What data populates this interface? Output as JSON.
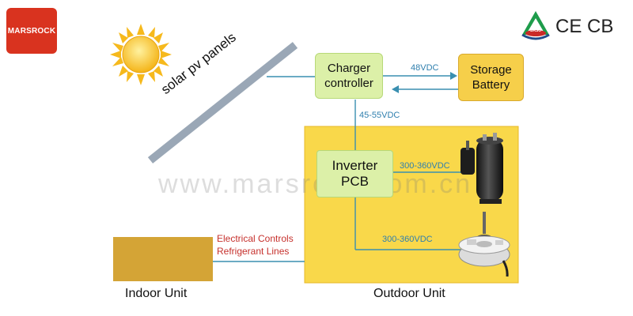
{
  "brand": {
    "logo_text": "MARSROCK"
  },
  "certifications": {
    "mark": "CE CB",
    "logo_text": "SASO"
  },
  "watermark": "www.marsrock.com.cn",
  "nodes": {
    "solar_panels": "solar pv panels",
    "charger_controller": [
      "Charger",
      "controller"
    ],
    "storage_battery": [
      "Storage",
      "Battery"
    ],
    "inverter_pcb": [
      "Inverter",
      "PCB"
    ],
    "indoor_unit": "Indoor Unit",
    "outdoor_unit": "Outdoor Unit"
  },
  "connections": {
    "charger_to_battery": "48VDC",
    "charger_to_inverter": "45-55VDC",
    "inverter_to_compressor": "300-360VDC",
    "inverter_to_fan_motor": "300-360VDC",
    "indoor_link": [
      "Electrical Controls",
      "Refrigerant Lines"
    ]
  },
  "colors": {
    "line": "#3a8fb0",
    "label_blue": "#2f7fae",
    "label_red": "#c6302c",
    "outdoor_fill": "#f9d84a",
    "green_box": "#dcf0a8",
    "battery_box": "#f6cf4a",
    "indoor_fill": "#d4a436",
    "panel": "#9aa7b6",
    "sun": "#f6b91c"
  }
}
